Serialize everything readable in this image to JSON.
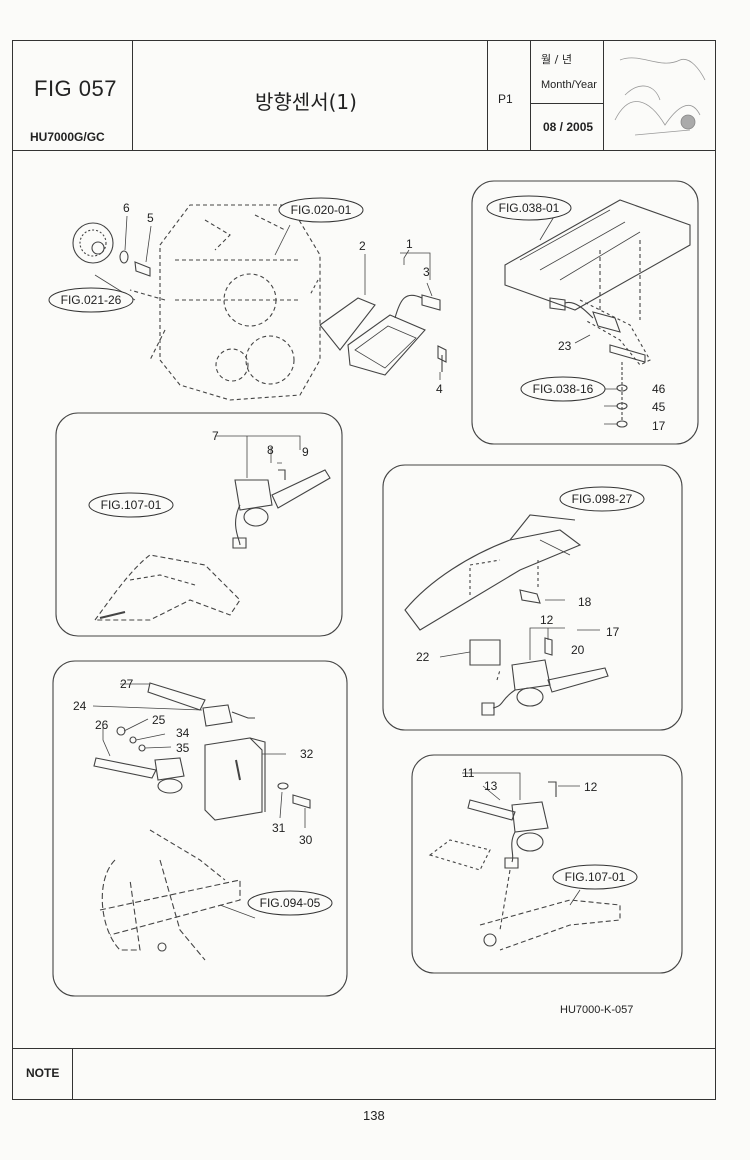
{
  "header": {
    "fig_number": "FIG 057",
    "model": "HU7000G/GC",
    "title": "방향센서(1)",
    "page_code": "P1",
    "month_year_korean": "월 / 년",
    "month_year_english": "Month/Year",
    "month_year_value": "08 / 2005"
  },
  "drawing_id": "HU7000-K-057",
  "note_label": "NOTE",
  "page_number": "138",
  "fig_refs": [
    "FIG.020-01",
    "FIG.021-26",
    "FIG.038-01",
    "FIG.038-16",
    "FIG.107-01",
    "FIG.098-27",
    "FIG.094-05",
    "FIG.107-01"
  ],
  "part_numbers": [
    "1",
    "2",
    "3",
    "4",
    "5",
    "6",
    "7",
    "8",
    "9",
    "11",
    "12",
    "12",
    "13",
    "17",
    "17",
    "18",
    "20",
    "22",
    "23",
    "24",
    "25",
    "26",
    "27",
    "30",
    "31",
    "32",
    "34",
    "35",
    "45",
    "46"
  ]
}
